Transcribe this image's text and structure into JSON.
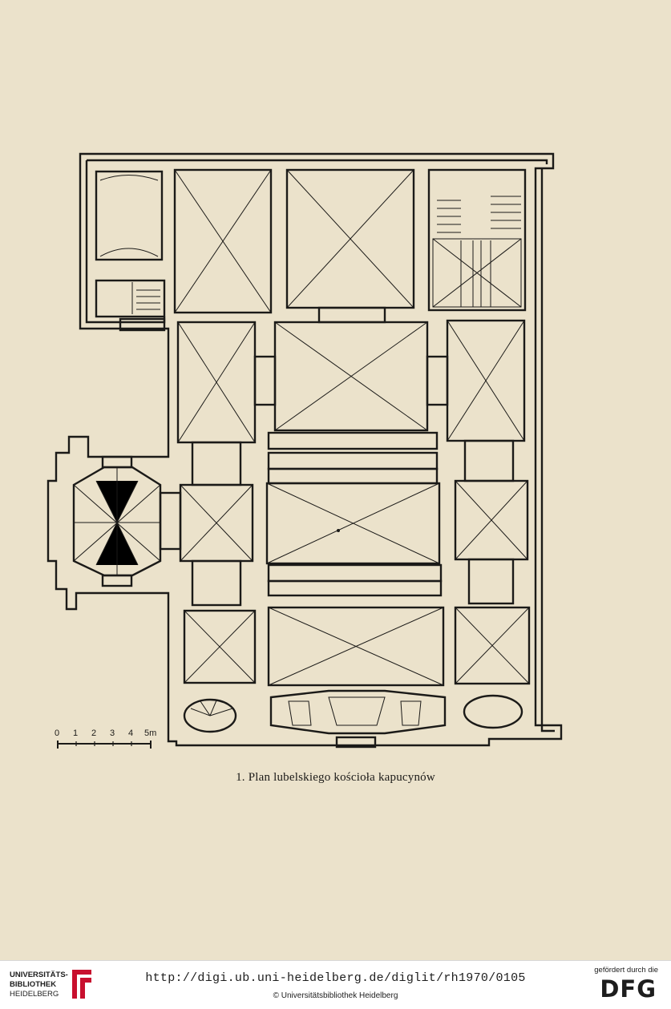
{
  "scan": {
    "scale_labels": [
      "0",
      "1",
      "2",
      "3",
      "4",
      "5m"
    ],
    "caption_number": "1.",
    "caption_text": "Plan lubelskiego kościoła kapucynów"
  },
  "footer": {
    "institution_line1": "UNIVERSITÄTS-",
    "institution_line2": "BIBLIOTHEK",
    "institution_line3": "HEIDELBERG",
    "url": "http://digi.ub.uni-heidelberg.de/diglit/rh1970/0105",
    "copyright": "© Universitätsbibliothek Heidelberg",
    "funder_note": "gefördert durch die",
    "funder_logo": "DFG"
  }
}
